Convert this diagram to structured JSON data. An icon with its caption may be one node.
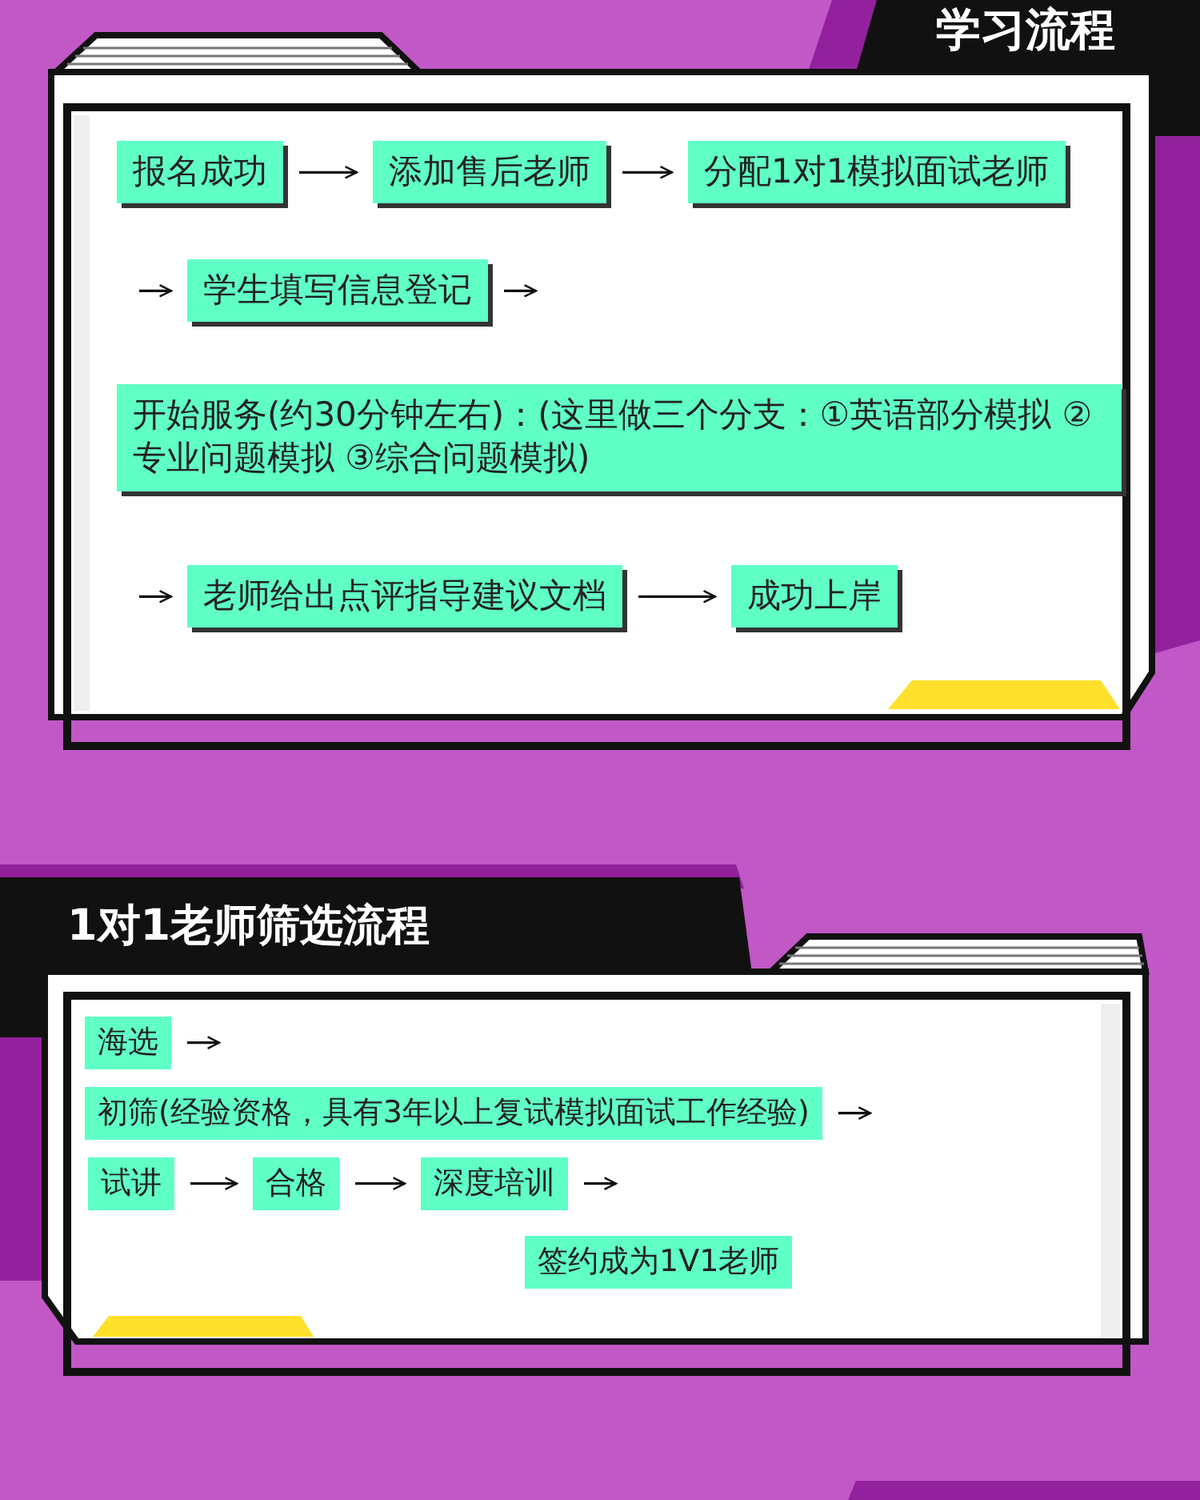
{
  "diagram": {
    "title": "学习流程",
    "nodes": [
      {
        "text": [
          "报名成功"
        ]
      },
      {
        "text": [
          "添加售后老师"
        ]
      },
      {
        "text": [
          "分配1对1模拟面试老师"
        ]
      },
      {
        "text": [
          "学生填写信息登记"
        ]
      },
      {
        "text": [
          "开始服务(约30分钟左右)：(这里做三个分支：①英语部分模拟 ②专业问题模拟 ③综合问题模拟)"
        ]
      },
      {
        "text": [
          "老师给出点评指导建议文档"
        ]
      },
      {
        "text": [
          "成功上岸"
        ]
      },
      {
        "text": [
          "海选"
        ]
      },
      {
        "text": [
          "初筛(经验资格，具有3年以上复试模拟面试工作经验)"
        ]
      },
      {
        "text": [
          "试讲"
        ]
      },
      {
        "text": [
          "合格"
        ]
      },
      {
        "text": [
          "深度培训"
        ]
      },
      {
        "text": [
          "签约成为1V1老师"
        ]
      }
    ],
    "edges": [
      {
        "from": 0,
        "to": 1,
        "arrow": "to"
      },
      {
        "from": 1,
        "to": 2,
        "arrow": "to"
      },
      {
        "from": null,
        "to": 3,
        "arrow": "to"
      },
      {
        "from": 3,
        "to": null,
        "arrow": "to"
      },
      {
        "from": null,
        "to": 5,
        "arrow": "to"
      },
      {
        "from": 5,
        "to": 6,
        "arrow": "to"
      },
      {
        "from": 7,
        "to": null,
        "arrow": "to"
      },
      {
        "from": 8,
        "to": null,
        "arrow": "to"
      },
      {
        "from": 9,
        "to": 10,
        "arrow": "to"
      },
      {
        "from": 10,
        "to": 11,
        "arrow": "to"
      },
      {
        "from": 11,
        "to": null,
        "arrow": "to"
      }
    ],
    "labels": [
      "1对1老师筛选流程"
    ]
  }
}
